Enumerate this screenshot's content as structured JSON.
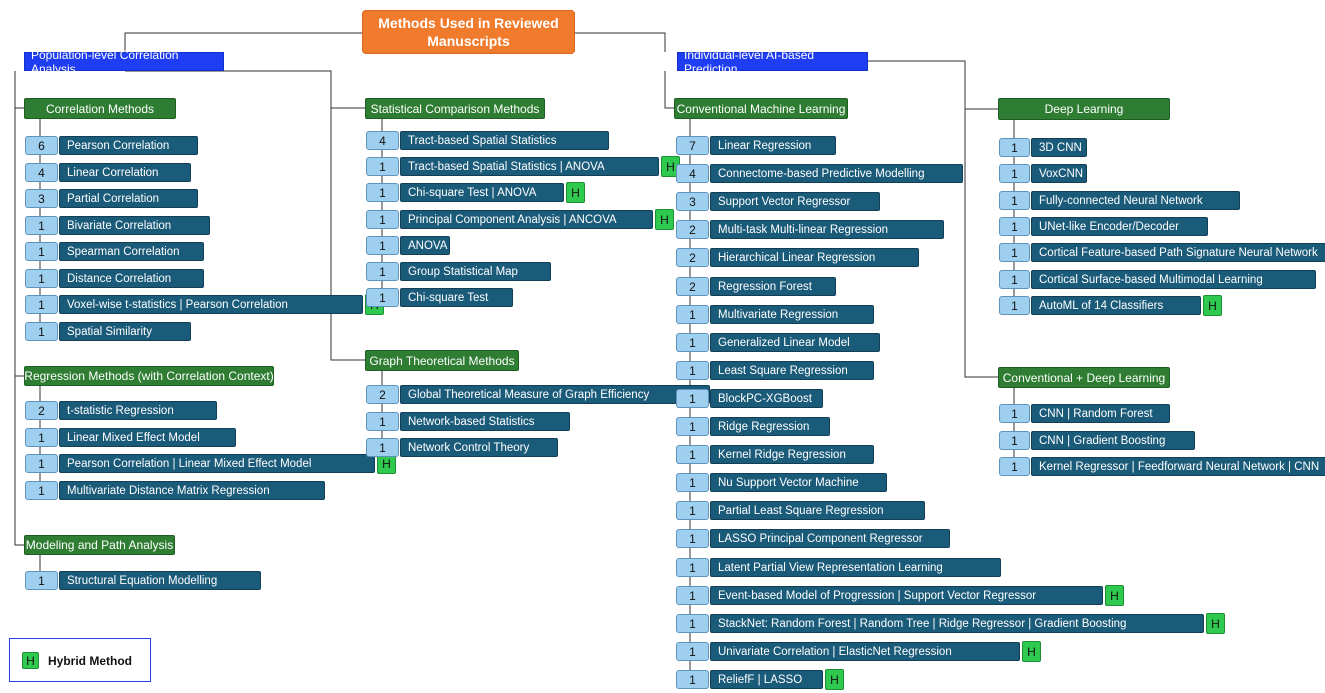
{
  "root": "Methods Used in Reviewed Manuscripts",
  "branches": {
    "population": "Population-level Correlation Analysis",
    "individual": "Individual-level AI-based Prediction"
  },
  "hybrid_tag": "H",
  "legend": {
    "tag": "H",
    "label": "Hybrid Method"
  },
  "correlation": {
    "title": "Correlation Methods",
    "items": [
      {
        "n": "6",
        "label": "Pearson Correlation",
        "hybrid": false
      },
      {
        "n": "4",
        "label": "Linear Correlation",
        "hybrid": false
      },
      {
        "n": "3",
        "label": "Partial Correlation",
        "hybrid": false
      },
      {
        "n": "1",
        "label": "Bivariate Correlation",
        "hybrid": false
      },
      {
        "n": "1",
        "label": "Spearman Correlation",
        "hybrid": false
      },
      {
        "n": "1",
        "label": "Distance Correlation",
        "hybrid": false
      },
      {
        "n": "1",
        "label": "Voxel-wise t-statistics | Pearson Correlation",
        "hybrid": true
      },
      {
        "n": "1",
        "label": "Spatial Similarity",
        "hybrid": false
      }
    ]
  },
  "regression": {
    "title": "Regression Methods (with Correlation Context)",
    "items": [
      {
        "n": "2",
        "label": "t-statistic Regression",
        "hybrid": false
      },
      {
        "n": "1",
        "label": "Linear Mixed Effect Model",
        "hybrid": false
      },
      {
        "n": "1",
        "label": "Pearson Correlation | Linear Mixed Effect Model",
        "hybrid": true
      },
      {
        "n": "1",
        "label": "Multivariate Distance Matrix Regression",
        "hybrid": false
      }
    ]
  },
  "modeling": {
    "title": "Modeling and Path Analysis",
    "items": [
      {
        "n": "1",
        "label": "Structural Equation Modelling",
        "hybrid": false
      }
    ]
  },
  "statistical": {
    "title": "Statistical Comparison Methods",
    "items": [
      {
        "n": "4",
        "label": "Tract-based Spatial Statistics",
        "hybrid": false
      },
      {
        "n": "1",
        "label": "Tract-based Spatial Statistics | ANOVA",
        "hybrid": true
      },
      {
        "n": "1",
        "label": "Chi-square Test | ANOVA",
        "hybrid": true
      },
      {
        "n": "1",
        "label": "Principal Component Analysis | ANCOVA",
        "hybrid": true
      },
      {
        "n": "1",
        "label": "ANOVA",
        "hybrid": false
      },
      {
        "n": "1",
        "label": "Group Statistical Map",
        "hybrid": false
      },
      {
        "n": "1",
        "label": "Chi-square Test",
        "hybrid": false
      }
    ]
  },
  "graph": {
    "title": "Graph Theoretical Methods",
    "items": [
      {
        "n": "2",
        "label": "Global Theoretical Measure of Graph Efficiency",
        "hybrid": false
      },
      {
        "n": "1",
        "label": "Network-based Statistics",
        "hybrid": false
      },
      {
        "n": "1",
        "label": "Network Control Theory",
        "hybrid": false
      }
    ]
  },
  "conventional": {
    "title": "Conventional Machine Learning",
    "items": [
      {
        "n": "7",
        "label": "Linear Regression",
        "hybrid": false
      },
      {
        "n": "4",
        "label": "Connectome-based Predictive Modelling",
        "hybrid": false
      },
      {
        "n": "3",
        "label": "Support Vector Regressor",
        "hybrid": false
      },
      {
        "n": "2",
        "label": "Multi-task Multi-linear Regression",
        "hybrid": false
      },
      {
        "n": "2",
        "label": "Hierarchical Linear Regression",
        "hybrid": false
      },
      {
        "n": "2",
        "label": "Regression Forest",
        "hybrid": false
      },
      {
        "n": "1",
        "label": "Multivariate Regression",
        "hybrid": false
      },
      {
        "n": "1",
        "label": "Generalized Linear Model",
        "hybrid": false
      },
      {
        "n": "1",
        "label": "Least Square Regression",
        "hybrid": false
      },
      {
        "n": "1",
        "label": "BlockPC-XGBoost",
        "hybrid": false
      },
      {
        "n": "1",
        "label": "Ridge Regression",
        "hybrid": false
      },
      {
        "n": "1",
        "label": "Kernel Ridge Regression",
        "hybrid": false
      },
      {
        "n": "1",
        "label": "Nu Support Vector Machine",
        "hybrid": false
      },
      {
        "n": "1",
        "label": "Partial Least Square Regression",
        "hybrid": false
      },
      {
        "n": "1",
        "label": "LASSO Principal Component Regressor",
        "hybrid": false
      },
      {
        "n": "1",
        "label": "Latent Partial View Representation Learning",
        "hybrid": false
      },
      {
        "n": "1",
        "label": "Event-based Model of Progression | Support Vector Regressor",
        "hybrid": true
      },
      {
        "n": "1",
        "label": "StackNet: Random Forest | Random Tree | Ridge Regressor | Gradient Boosting",
        "hybrid": true
      },
      {
        "n": "1",
        "label": "Univariate Correlation | ElasticNet Regression",
        "hybrid": true
      },
      {
        "n": "1",
        "label": "ReliefF | LASSO",
        "hybrid": true
      }
    ]
  },
  "deep": {
    "title": "Deep Learning",
    "items": [
      {
        "n": "1",
        "label": "3D CNN",
        "hybrid": false
      },
      {
        "n": "1",
        "label": "VoxCNN",
        "hybrid": false
      },
      {
        "n": "1",
        "label": "Fully-connected Neural Network",
        "hybrid": false
      },
      {
        "n": "1",
        "label": "UNet-like Encoder/Decoder",
        "hybrid": false
      },
      {
        "n": "1",
        "label": "Cortical Feature-based Path Signature Neural Network",
        "hybrid": false
      },
      {
        "n": "1",
        "label": "Cortical Surface-based Multimodal Learning",
        "hybrid": false
      },
      {
        "n": "1",
        "label": "AutoML of 14 Classifiers",
        "hybrid": true
      }
    ]
  },
  "convdeep": {
    "title": "Conventional + Deep Learning",
    "items": [
      {
        "n": "1",
        "label": "CNN | Random Forest",
        "hybrid": false
      },
      {
        "n": "1",
        "label": "CNN | Gradient Boosting",
        "hybrid": false
      },
      {
        "n": "1",
        "label": "Kernel Regressor | Feedforward Neural Network | CNN",
        "hybrid": false
      }
    ]
  }
}
